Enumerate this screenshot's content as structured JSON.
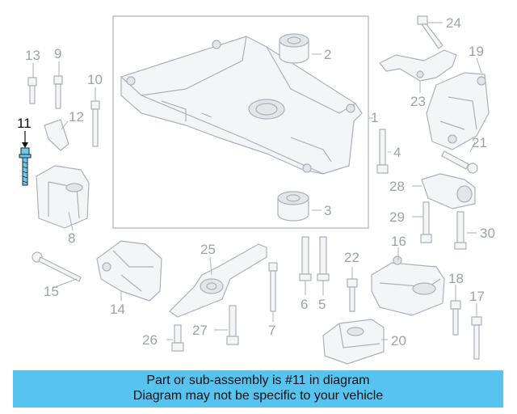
{
  "diagram": {
    "highlighted_callout": "11",
    "callouts": [
      "1",
      "2",
      "3",
      "4",
      "5",
      "6",
      "7",
      "8",
      "9",
      "10",
      "11",
      "12",
      "13",
      "14",
      "15",
      "16",
      "17",
      "18",
      "19",
      "20",
      "21",
      "22",
      "23",
      "24",
      "25",
      "26",
      "27",
      "28",
      "29",
      "30"
    ]
  },
  "banner": {
    "line1": "Part or sub-assembly is #11 in diagram",
    "line2": "Diagram may not be specific to your vehicle",
    "color": "#57c3ef"
  }
}
